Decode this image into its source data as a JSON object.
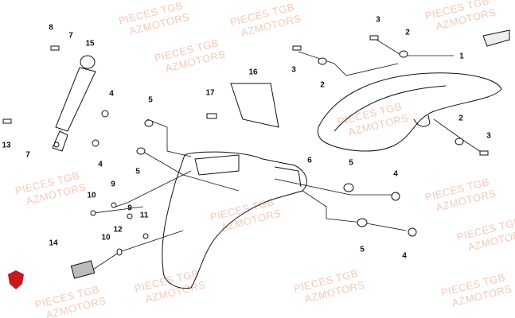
{
  "watermark": {
    "line1": "PIECES TGB",
    "line2": "AZMOTORS"
  },
  "part_labels": [
    "8",
    "7",
    "15",
    "4",
    "5",
    "13",
    "7",
    "4",
    "5",
    "17",
    "16",
    "3",
    "2",
    "1",
    "3",
    "2",
    "6",
    "2",
    "3",
    "5",
    "4",
    "9",
    "10",
    "9",
    "11",
    "12",
    "10",
    "14",
    "5",
    "4"
  ],
  "colors": {
    "watermark": "#f3c9b6",
    "line": "#111111",
    "logo": "#c8181e"
  }
}
